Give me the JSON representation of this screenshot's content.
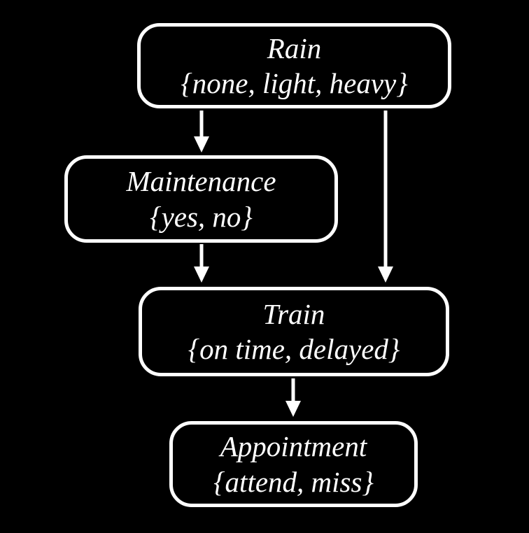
{
  "diagram": {
    "type": "bayesian-network",
    "background_color": "#000000",
    "node_border_color": "#ffffff",
    "text_color": "#ffffff",
    "arrow_color": "#ffffff",
    "nodes": [
      {
        "id": "rain",
        "name": "Rain",
        "values": "{none, light, heavy}"
      },
      {
        "id": "maintenance",
        "name": "Maintenance",
        "values": "{yes, no}"
      },
      {
        "id": "train",
        "name": "Train",
        "values": "{on time, delayed}"
      },
      {
        "id": "appointment",
        "name": "Appointment",
        "values": "{attend, miss}"
      }
    ],
    "edges": [
      {
        "from": "Rain",
        "to": "Maintenance"
      },
      {
        "from": "Rain",
        "to": "Train"
      },
      {
        "from": "Maintenance",
        "to": "Train"
      },
      {
        "from": "Train",
        "to": "Appointment"
      }
    ]
  }
}
